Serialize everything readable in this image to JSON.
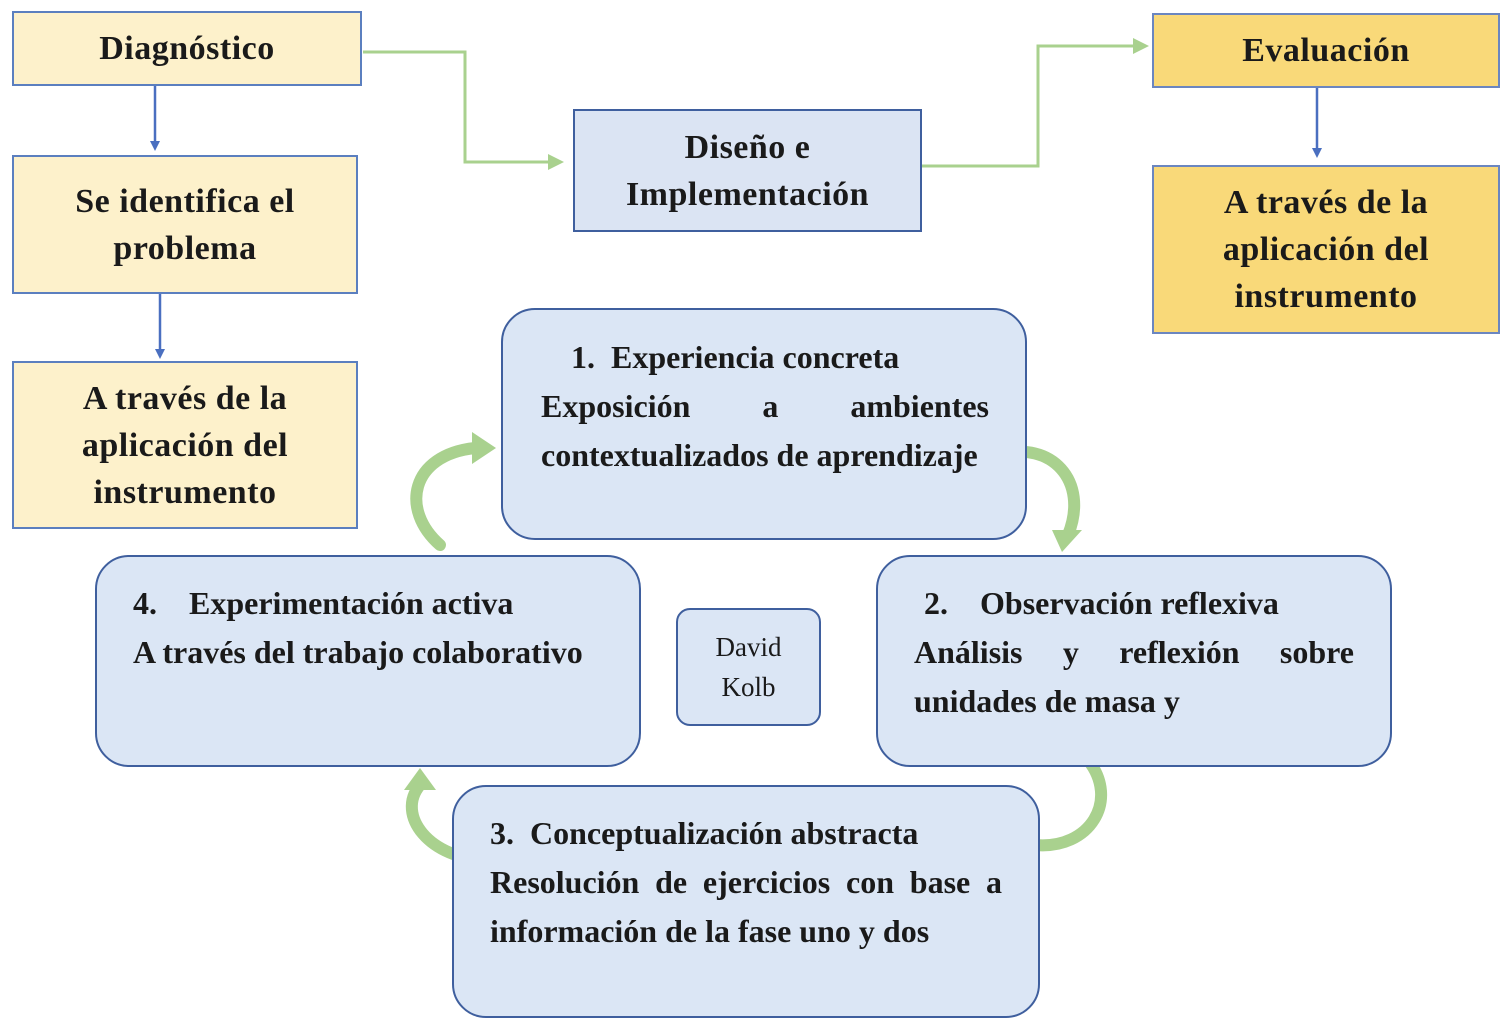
{
  "diagnostico": {
    "title": "Diagnóstico",
    "step1": "Se identifica el problema",
    "step2": "A través de la aplicación del instrumento"
  },
  "diseno": {
    "title": "Diseño e Implementación"
  },
  "evaluacion": {
    "title": "Evaluación",
    "step1": "A través de la aplicación del instrumento"
  },
  "kolb": {
    "center": "David Kolb",
    "phase1": {
      "title": "1.  Experiencia concreta",
      "text": "Exposición a ambientes contextualizados de aprendizaje"
    },
    "phase2": {
      "title": "2.    Observación reflexiva",
      "text": "Análisis y reflexión sobre unidades de masa y"
    },
    "phase3": {
      "title": "3.  Conceptualización abstracta",
      "text": "Resolución de ejercicios con base a información de la fase uno y dos"
    },
    "phase4": {
      "title": "4.    Experimentación activa",
      "text": "A través del trabajo colaborativo"
    }
  },
  "colors": {
    "diagnostico_fill": "#fdf1cb",
    "diseno_fill": "#dbe4f3",
    "evaluacion_fill": "#f9d979",
    "kolb_fill": "#dbe6f5",
    "blue_arrow": "#4a6fc0",
    "green_arrow": "#a9d18e"
  }
}
